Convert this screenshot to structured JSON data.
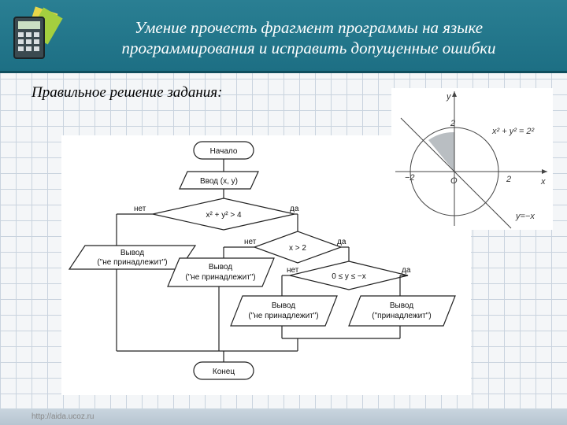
{
  "header": {
    "title_line1": "Умение прочесть фрагмент программы на языке",
    "title_line2": "программирования и исправить допущенные ошибки",
    "icon": "calculator-books-icon"
  },
  "subtitle": "Правильное решение задания:",
  "flowchart": {
    "start": "Начало",
    "input": "Ввод (x, y)",
    "cond1": "x² + y² > 4",
    "cond2": "x > 2",
    "cond3": "0 ≤ y ≤ −x",
    "out1": [
      "Вывод",
      "(\"не принадлежит\")"
    ],
    "out2": [
      "Вывод",
      "(\"не принадлежит\")"
    ],
    "out3": [
      "Вывод",
      "(\"не принадлежит\")"
    ],
    "out4": [
      "Вывод",
      "(\"принадлежит\")"
    ],
    "end": "Конец",
    "no": "нет",
    "yes": "да"
  },
  "graph": {
    "x_axis": "x",
    "y_axis": "y",
    "origin": "O",
    "pos": "2",
    "neg": "−2",
    "circle_eq": "x² + y² = 2²",
    "line_eq": "y=−x"
  },
  "footer": "http://aida.ucoz.ru"
}
